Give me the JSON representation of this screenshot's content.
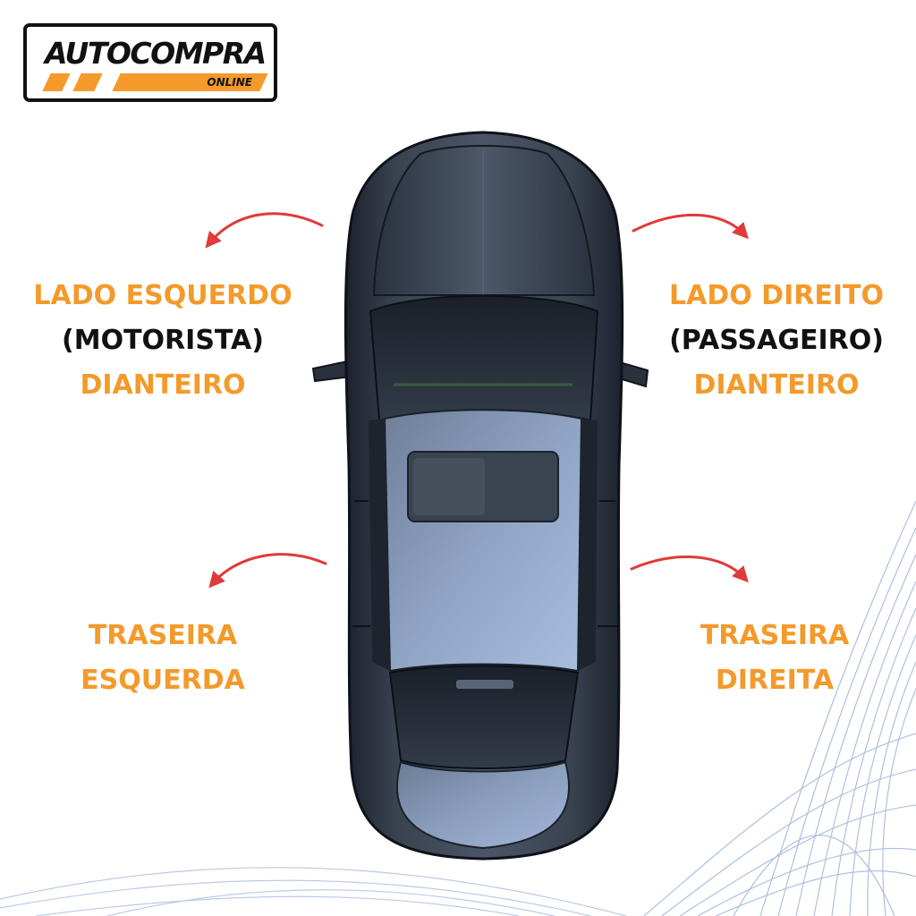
{
  "brand": {
    "name": "AUTOCOMPRA",
    "tagline": "ONLINE",
    "accent_color": "#f39a2b",
    "ink_color": "#111111"
  },
  "labels": {
    "front_left": {
      "line1": "LADO ESQUERDO",
      "line2": "(MOTORISTA)",
      "line3": "DIANTEIRO"
    },
    "front_right": {
      "line1": "LADO DIREITO",
      "line2": "(PASSAGEIRO)",
      "line3": "DIANTEIRO"
    },
    "rear_left": {
      "line1": "TRASEIRA",
      "line2": "ESQUERDA"
    },
    "rear_right": {
      "line1": "TRASEIRA",
      "line2": "DIREITA"
    }
  },
  "colors": {
    "label_orange": "#f39a2b",
    "arrow_red": "#e03a3a",
    "car_body": "#2c3442",
    "wave_lines": "#9fb6d9"
  },
  "icons": {
    "arrows": "curved-arrow-icon",
    "car": "car-top-view"
  }
}
